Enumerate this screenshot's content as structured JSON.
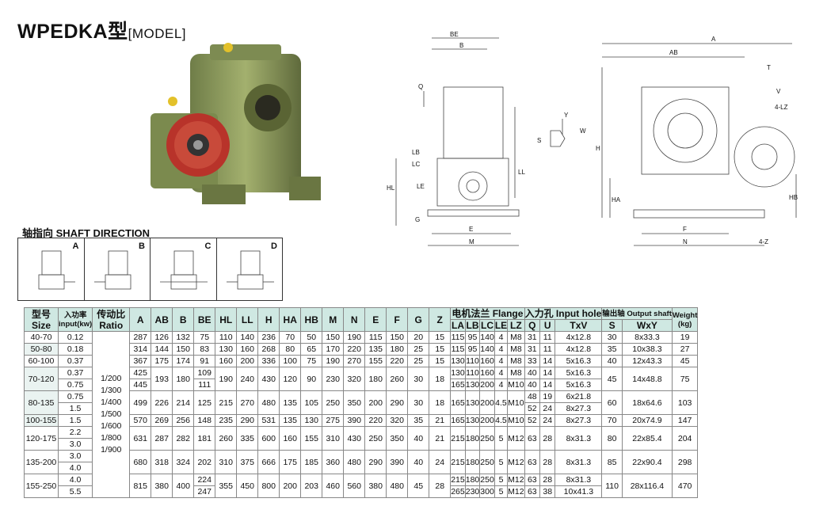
{
  "title": {
    "main": "WPEDKA型",
    "model": "[MODEL]"
  },
  "shaft": {
    "title": "轴指向  SHAFT DIRECTION",
    "labels": [
      "A",
      "B",
      "C",
      "D"
    ]
  },
  "drawing_labels": {
    "left": [
      "BE",
      "B",
      "Q",
      "LB",
      "LC",
      "HL",
      "LE",
      "G",
      "LL",
      "E",
      "M",
      "Y",
      "W",
      "S"
    ],
    "right": [
      "A",
      "AB",
      "T",
      "V",
      "4-LZ",
      "H",
      "HA",
      "HB",
      "F",
      "N",
      "4-Z"
    ]
  },
  "table": {
    "headers": {
      "size": "型号\nSize",
      "input": "入功率\ninput(kw)",
      "ratio": "传动比\nRatio",
      "cols": [
        "A",
        "AB",
        "B",
        "BE",
        "HL",
        "LL",
        "H",
        "HA",
        "HB",
        "M",
        "N",
        "E",
        "F",
        "G",
        "Z"
      ],
      "flange": "电机法兰 Flange",
      "flange_sub": [
        "LA",
        "LB",
        "LC",
        "LE",
        "LZ"
      ],
      "input_hole": "入力孔 Input hole",
      "input_sub": [
        "Q",
        "U",
        "TxV"
      ],
      "output": "输出轴 Output shaft",
      "output_sub": [
        "S",
        "WxY"
      ],
      "weight": "Weight\n(kg)"
    },
    "ratios": [
      "1/200",
      "1/300",
      "1/400",
      "1/500",
      "1/600",
      "1/800",
      "1/900"
    ],
    "rows": [
      {
        "size": "40-70",
        "input": [
          "0.12"
        ],
        "dims": [
          "287",
          "126",
          "132",
          "75",
          "110",
          "140",
          "236",
          "70",
          "50",
          "150",
          "190",
          "115",
          "150",
          "20",
          "15"
        ],
        "fl": [
          [
            "115",
            "95",
            "140",
            "4",
            "M8"
          ]
        ],
        "ih": [
          [
            "31",
            "11",
            "4x12.8"
          ]
        ],
        "os": [
          "30",
          "8x33.3"
        ],
        "w": "19"
      },
      {
        "size": "50-80",
        "input": [
          "0.18"
        ],
        "dims": [
          "314",
          "144",
          "150",
          "83",
          "130",
          "160",
          "268",
          "80",
          "65",
          "170",
          "220",
          "135",
          "180",
          "25",
          "15"
        ],
        "fl": [
          [
            "115",
            "95",
            "140",
            "4",
            "M8"
          ]
        ],
        "ih": [
          [
            "31",
            "11",
            "4x12.8"
          ]
        ],
        "os": [
          "35",
          "10x38.3"
        ],
        "w": "27"
      },
      {
        "size": "60-100",
        "input": [
          "0.37"
        ],
        "dims": [
          "367",
          "175",
          "174",
          "91",
          "160",
          "200",
          "336",
          "100",
          "75",
          "190",
          "270",
          "155",
          "220",
          "25",
          "15"
        ],
        "fl": [
          [
            "130",
            "110",
            "160",
            "4",
            "M8"
          ]
        ],
        "ih": [
          [
            "33",
            "14",
            "5x16.3"
          ]
        ],
        "os": [
          "40",
          "12x43.3"
        ],
        "w": "45"
      },
      {
        "size": "70-120",
        "input": [
          "0.37",
          "0.75"
        ],
        "dims": [
          "425/445",
          "193",
          "180",
          "109/111",
          "190",
          "240",
          "430",
          "120",
          "90",
          "230",
          "320",
          "180",
          "260",
          "30",
          "18"
        ],
        "fl": [
          [
            "130",
            "110",
            "160",
            "4",
            "M8"
          ],
          [
            "165",
            "130",
            "200",
            "4",
            "M10"
          ]
        ],
        "ih": [
          [
            "40",
            "14",
            "5x16.3"
          ],
          [
            "40",
            "14",
            "5x16.3"
          ]
        ],
        "os": [
          "45",
          "14x48.8"
        ],
        "w": "75"
      },
      {
        "size": "80-135",
        "input": [
          "0.75",
          "1.5"
        ],
        "dims": [
          "499",
          "226",
          "214",
          "125",
          "215",
          "270",
          "480",
          "135",
          "105",
          "250",
          "350",
          "200",
          "290",
          "30",
          "18"
        ],
        "fl": [
          [
            "165",
            "130",
            "200",
            "4.5",
            "M10"
          ]
        ],
        "ih": [
          [
            "48",
            "19",
            "6x21.8"
          ],
          [
            "52",
            "24",
            "8x27.3"
          ]
        ],
        "os": [
          "60",
          "18x64.6"
        ],
        "w": "103"
      },
      {
        "size": "100-155",
        "input": [
          "1.5"
        ],
        "dims": [
          "570",
          "269",
          "256",
          "148",
          "235",
          "290",
          "531",
          "135",
          "130",
          "275",
          "390",
          "220",
          "320",
          "35",
          "21"
        ],
        "fl": [
          [
            "165",
            "130",
            "200",
            "4.5",
            "M10"
          ]
        ],
        "ih": [
          [
            "52",
            "24",
            "8x27.3"
          ]
        ],
        "os": [
          "70",
          "20x74.9"
        ],
        "w": "147"
      },
      {
        "size": "120-175",
        "input": [
          "2.2",
          "3.0"
        ],
        "dims": [
          "631",
          "287",
          "282",
          "181",
          "260",
          "335",
          "600",
          "160",
          "155",
          "310",
          "430",
          "250",
          "350",
          "40",
          "21"
        ],
        "fl": [
          [
            "215",
            "180",
            "250",
            "5",
            "M12"
          ]
        ],
        "ih": [
          [
            "63",
            "28",
            "8x31.3"
          ]
        ],
        "os": [
          "80",
          "22x85.4"
        ],
        "w": "204"
      },
      {
        "size": "135-200",
        "input": [
          "3.0",
          "4.0"
        ],
        "dims": [
          "680",
          "318",
          "324",
          "202",
          "310",
          "375",
          "666",
          "175",
          "185",
          "360",
          "480",
          "290",
          "390",
          "40",
          "24"
        ],
        "fl": [
          [
            "215",
            "180",
            "250",
            "5",
            "M12"
          ]
        ],
        "ih": [
          [
            "63",
            "28",
            "8x31.3"
          ]
        ],
        "os": [
          "85",
          "22x90.4"
        ],
        "w": "298"
      },
      {
        "size": "155-250",
        "input": [
          "4.0",
          "5.5"
        ],
        "dims": [
          "815",
          "380",
          "400",
          "224/247",
          "355",
          "450",
          "800",
          "200",
          "203",
          "460",
          "560",
          "380",
          "480",
          "45",
          "28"
        ],
        "fl": [
          [
            "215",
            "180",
            "250",
            "5",
            "M12"
          ],
          [
            "265",
            "230",
            "300",
            "5",
            "M12"
          ]
        ],
        "ih": [
          [
            "63",
            "28",
            "8x31.3"
          ],
          [
            "63",
            "38",
            "10x41.3"
          ]
        ],
        "os": [
          "110",
          "28x116.4"
        ],
        "w": "470"
      }
    ]
  },
  "colors": {
    "header_bg": "#cfe8e2",
    "gearbox_green": "#8a9a5b",
    "flange_red": "#b8332a"
  }
}
